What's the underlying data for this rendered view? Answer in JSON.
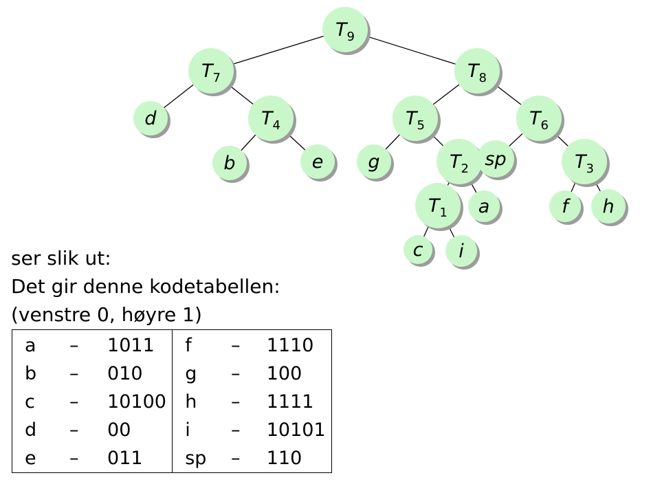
{
  "tree": {
    "nodes": [
      {
        "id": "T9",
        "base": "T",
        "sub": "9"
      },
      {
        "id": "T7",
        "base": "T",
        "sub": "7"
      },
      {
        "id": "T8",
        "base": "T",
        "sub": "8"
      },
      {
        "id": "d",
        "base": "d",
        "sub": ""
      },
      {
        "id": "T4",
        "base": "T",
        "sub": "4"
      },
      {
        "id": "T5",
        "base": "T",
        "sub": "5"
      },
      {
        "id": "T6",
        "base": "T",
        "sub": "6"
      },
      {
        "id": "b",
        "base": "b",
        "sub": ""
      },
      {
        "id": "e",
        "base": "e",
        "sub": ""
      },
      {
        "id": "g",
        "base": "g",
        "sub": ""
      },
      {
        "id": "T2",
        "base": "T",
        "sub": "2"
      },
      {
        "id": "sp",
        "base": "sp",
        "sub": ""
      },
      {
        "id": "T3",
        "base": "T",
        "sub": "3"
      },
      {
        "id": "T1",
        "base": "T",
        "sub": "1"
      },
      {
        "id": "a",
        "base": "a",
        "sub": ""
      },
      {
        "id": "f",
        "base": "f",
        "sub": ""
      },
      {
        "id": "h",
        "base": "h",
        "sub": ""
      },
      {
        "id": "c",
        "base": "c",
        "sub": ""
      },
      {
        "id": "i",
        "base": "i",
        "sub": ""
      }
    ],
    "edges": [
      [
        "T9",
        "T7"
      ],
      [
        "T9",
        "T8"
      ],
      [
        "T7",
        "d"
      ],
      [
        "T7",
        "T4"
      ],
      [
        "T4",
        "b"
      ],
      [
        "T4",
        "e"
      ],
      [
        "T8",
        "T5"
      ],
      [
        "T8",
        "T6"
      ],
      [
        "T5",
        "g"
      ],
      [
        "T5",
        "T2"
      ],
      [
        "T2",
        "T1"
      ],
      [
        "T2",
        "a"
      ],
      [
        "T1",
        "c"
      ],
      [
        "T1",
        "i"
      ],
      [
        "T6",
        "sp"
      ],
      [
        "T6",
        "T3"
      ],
      [
        "T3",
        "f"
      ],
      [
        "T3",
        "h"
      ]
    ]
  },
  "captions": {
    "line1": "ser slik ut:",
    "line2": "Det gir denne kodetabellen:",
    "line3": "(venstre 0, høyre 1)"
  },
  "code_table": {
    "dash": "–",
    "rows": [
      {
        "left_symbol": "a",
        "left_code": "1011",
        "right_symbol": "f",
        "right_code": "1110"
      },
      {
        "left_symbol": "b",
        "left_code": "010",
        "right_symbol": "g",
        "right_code": "100"
      },
      {
        "left_symbol": "c",
        "left_code": "10100",
        "right_symbol": "h",
        "right_code": "1111"
      },
      {
        "left_symbol": "d",
        "left_code": "00",
        "right_symbol": "i",
        "right_code": "10101"
      },
      {
        "left_symbol": "e",
        "left_code": "011",
        "right_symbol": "sp",
        "right_code": "110"
      }
    ]
  }
}
